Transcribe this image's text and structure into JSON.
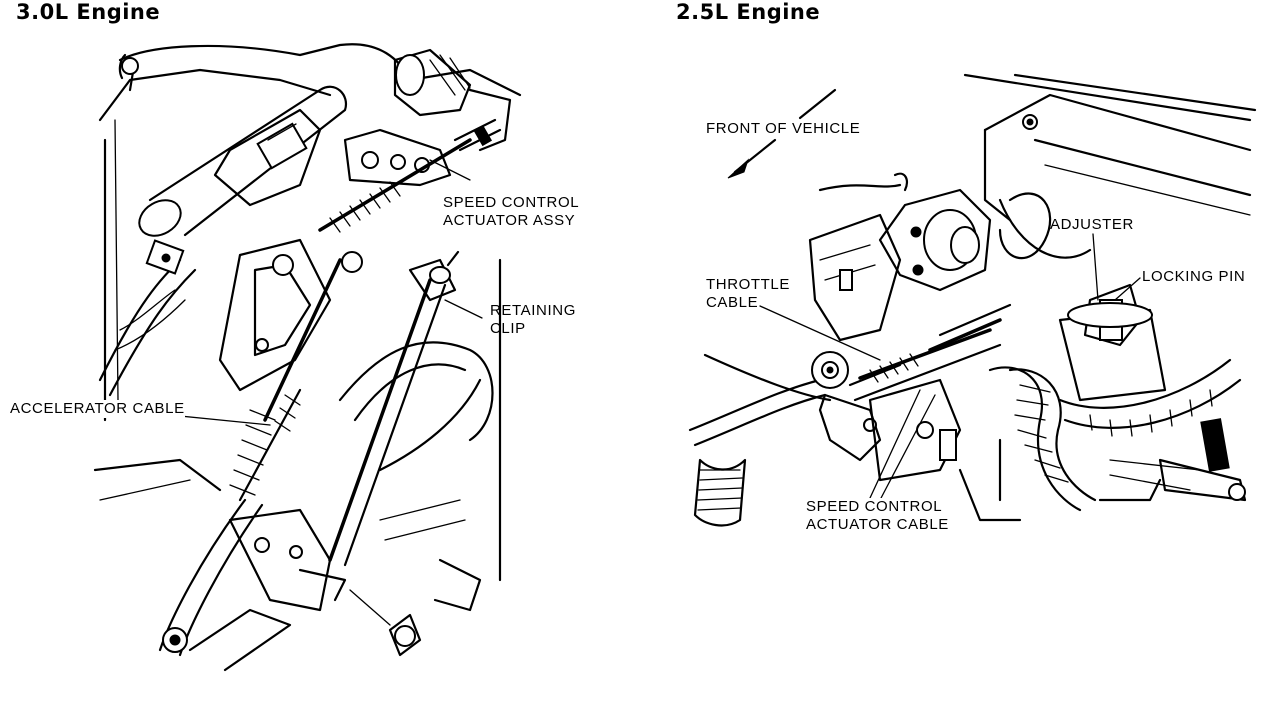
{
  "left_panel": {
    "title": "3.0L Engine",
    "labels": {
      "speed_control_actuator_assy_line1": "SPEED CONTROL",
      "speed_control_actuator_assy_line2": "ACTUATOR ASSY",
      "retaining_clip_line1": "RETAINING",
      "retaining_clip_line2": "CLIP",
      "accelerator_cable": "ACCELERATOR CABLE"
    }
  },
  "right_panel": {
    "title": "2.5L Engine",
    "labels": {
      "front_of_vehicle": "FRONT OF VEHICLE",
      "adjuster": "ADJUSTER",
      "locking_pin": "LOCKING PIN",
      "throttle_cable_line1": "THROTTLE",
      "throttle_cable_line2": "CABLE",
      "speed_control_actuator_cable_line1": "SPEED CONTROL",
      "speed_control_actuator_cable_line2": "ACTUATOR CABLE"
    }
  }
}
